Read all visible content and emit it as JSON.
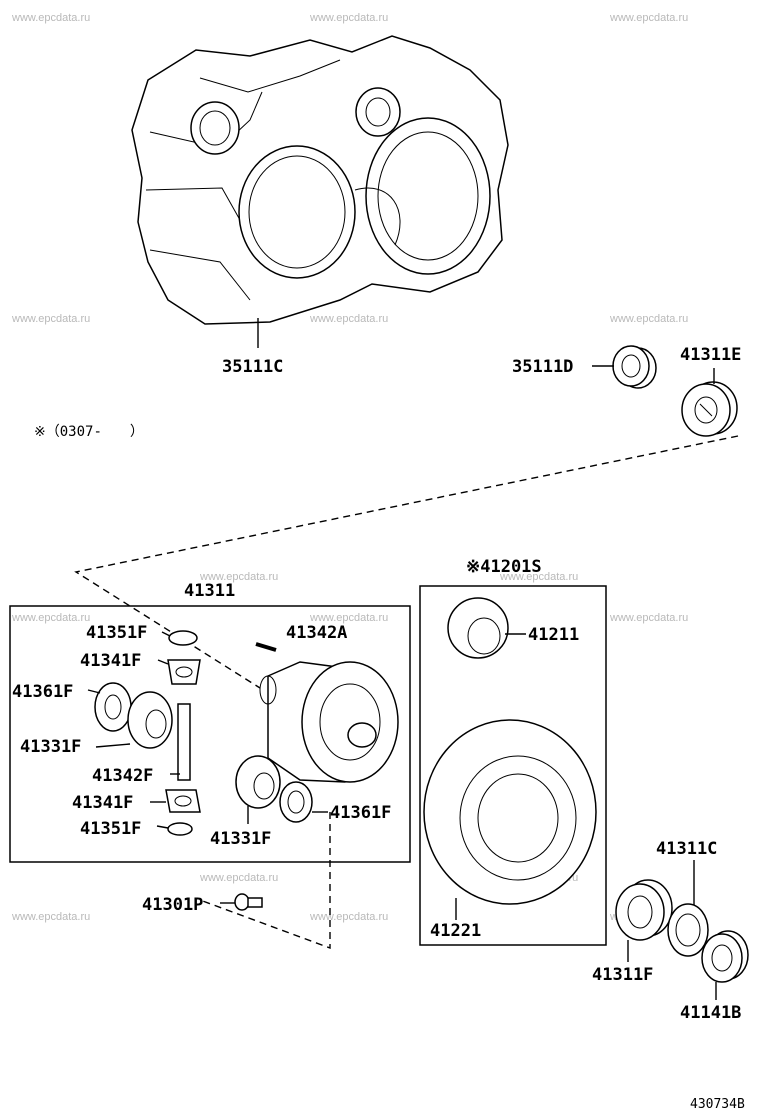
{
  "watermark": "www.epcdata.ru",
  "note": "※（0307-　　）",
  "diagram_code": "430734B",
  "labels": {
    "case": "35111C",
    "seal": "35111D",
    "bearing_e": "41311E",
    "diff_assy": "41311",
    "washer_351_top": "41351F",
    "pin_342a": "41342A",
    "pinion_341_top": "41341F",
    "washer_361_left": "41361F",
    "gear_331_left": "41331F",
    "shaft_342f": "41342F",
    "pinion_341_bottom": "41341F",
    "washer_351_bottom": "41351F",
    "gear_331_bottom": "41331F",
    "washer_361_right": "41361F",
    "bolt": "41301P",
    "gear_set": "※41201S",
    "drive_gear": "41211",
    "ring_gear": "41221",
    "bearing_c": "41311C",
    "bearing_f": "41311F",
    "race_b": "41141B"
  }
}
